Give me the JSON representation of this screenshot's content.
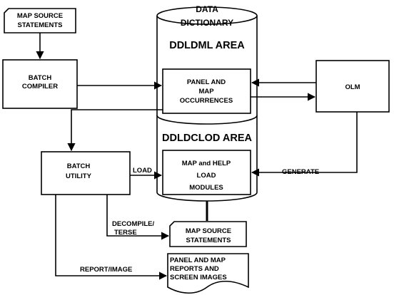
{
  "diagram": {
    "map_source_top": [
      "MAP  SOURCE",
      "STATEMENTS"
    ],
    "data_dictionary": [
      "DATA",
      "DICTIONARY"
    ],
    "ddldml_area": "DDLDML AREA",
    "ddldclod_area": "DDLDCLOD AREA",
    "batch_compiler": [
      "BATCH",
      "COMPILER"
    ],
    "panel_map_occurrences": [
      "PANEL AND",
      "MAP",
      "OCCURRENCES"
    ],
    "olm": "OLM",
    "batch_utility": [
      "BATCH",
      "UTILITY"
    ],
    "load_modules": [
      "MAP and HELP",
      "LOAD",
      "MODULES"
    ],
    "map_source_bottom": [
      "MAP  SOURCE",
      "STATEMENTS"
    ],
    "reports_doc": [
      "PANEL AND  MAP",
      "REPORTS AND",
      "SCREEN IMAGES"
    ],
    "edge_labels": {
      "load": "LOAD",
      "generate": "GENERATE",
      "decompile_terse": [
        "DECOMPILE/",
        "TERSE"
      ],
      "report_image": "REPORT/IMAGE"
    }
  }
}
